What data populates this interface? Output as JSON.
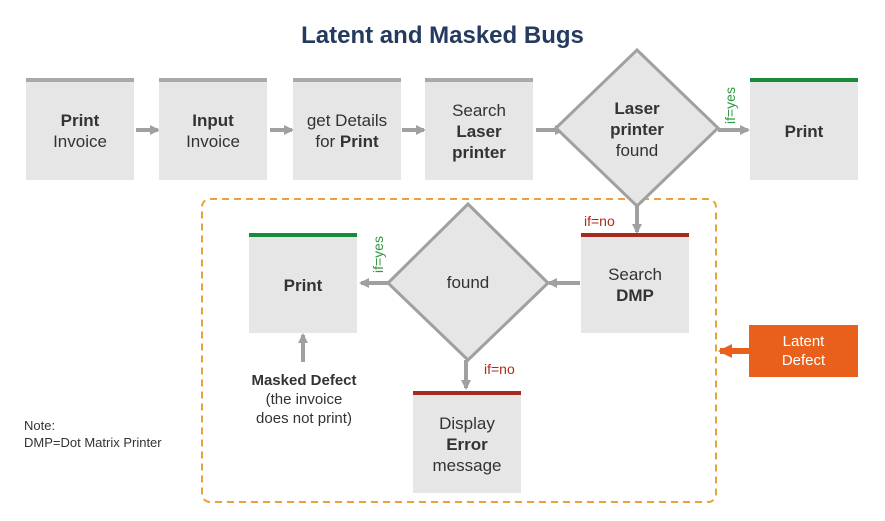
{
  "title": "Latent and Masked Bugs",
  "nodes": {
    "print_invoice": {
      "bold": "Print",
      "text": "Invoice"
    },
    "input_invoice": {
      "bold": "Input",
      "text": "Invoice"
    },
    "get_details": {
      "line1": "get Details",
      "line2_pre": "for ",
      "line2_bold": "Print"
    },
    "search_laser": {
      "line1": "Search",
      "bold1": "Laser",
      "bold2": "printer"
    },
    "laser_found": {
      "bold1": "Laser",
      "bold2": "printer",
      "text": "found"
    },
    "print_top": {
      "bold": "Print"
    },
    "search_dmp": {
      "line1": "Search",
      "bold": "DMP"
    },
    "found": {
      "text": "found"
    },
    "print_bottom": {
      "bold": "Print"
    },
    "display_error": {
      "line1": "Display",
      "bold": "Error",
      "line3": "message"
    }
  },
  "labels": {
    "if_yes_top": "if=yes",
    "if_no_top": "if=no",
    "if_yes_bottom": "if=yes",
    "if_no_bottom": "if=no"
  },
  "masked_defect": {
    "title": "Masked Defect",
    "line1": "(the invoice",
    "line2": "does not print)"
  },
  "latent_defect": {
    "line1": "Latent",
    "line2": "Defect"
  },
  "note": {
    "line1": "Note:",
    "line2": "DMP=Dot Matrix Printer"
  },
  "colors": {
    "title": "#243a5e",
    "box": "#e6e6e6",
    "arrow": "#a0a0a0",
    "green": "#1a8a3c",
    "red": "#a52a1f",
    "orange": "#e8601c",
    "dash": "#e8a33a"
  }
}
